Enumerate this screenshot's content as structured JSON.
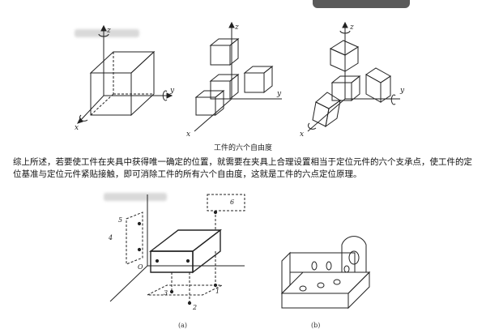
{
  "figure1": {
    "caption": "工件的六个自由度",
    "axes": {
      "x": "x",
      "y": "y",
      "z": "z"
    }
  },
  "paragraph": "综上所述，若要使工件在夹具中获得唯一确定的位置，就需要在夹具上合理设置相当于定位元件的六个支承点，使工件的定位基准与定位元件紧贴接触，即可消除工件的所有六个自由度，这就是工件的六点定位原理。",
  "figure2": {
    "points": [
      "1",
      "2",
      "3",
      "4",
      "5",
      "6"
    ],
    "origin": "O",
    "sub_a": "(a)",
    "sub_b": "(b)"
  }
}
